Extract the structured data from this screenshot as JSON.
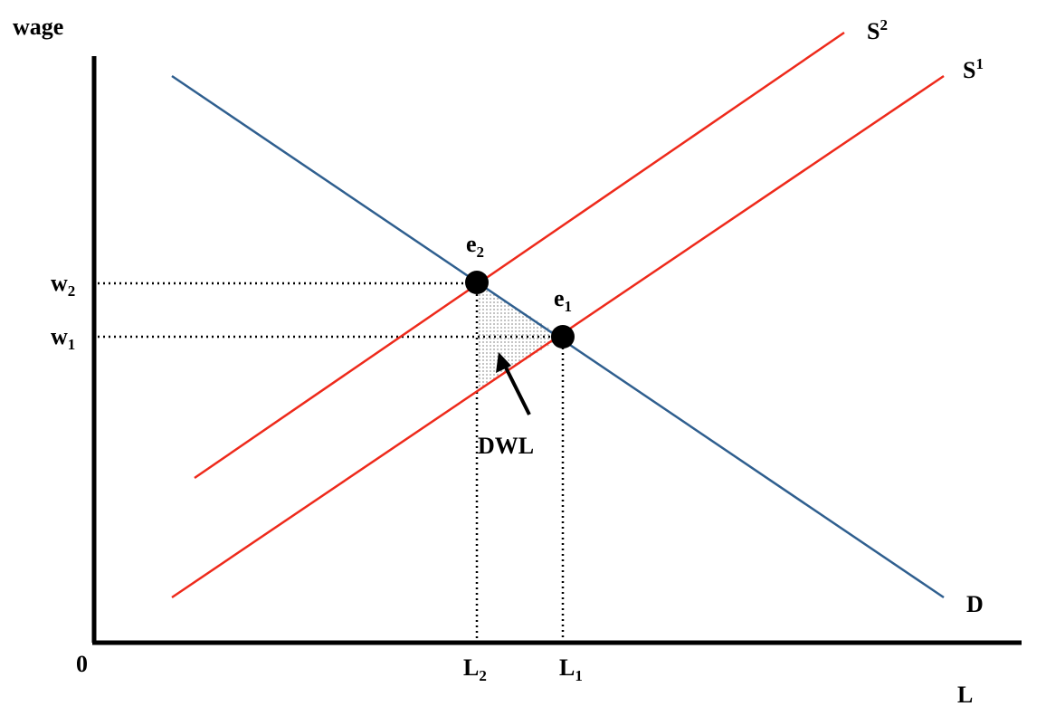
{
  "axes": {
    "y_label": "wage",
    "x_label": "L",
    "origin_label": "0"
  },
  "wage_levels": {
    "w2": {
      "base": "w",
      "sub": "2"
    },
    "w1": {
      "base": "w",
      "sub": "1"
    }
  },
  "quantity_levels": {
    "L2": {
      "base": "L",
      "sub": "2"
    },
    "L1": {
      "base": "L",
      "sub": "1"
    }
  },
  "curves": {
    "demand": {
      "label": "D",
      "color": "#2f5f8f"
    },
    "supply1": {
      "base": "S",
      "sup": "1",
      "color": "#ee2a1b"
    },
    "supply2": {
      "base": "S",
      "sup": "2",
      "color": "#ee2a1b"
    }
  },
  "points": {
    "e2": {
      "base": "e",
      "sub": "2"
    },
    "e1": {
      "base": "e",
      "sub": "1"
    }
  },
  "dwl_label": "DWL",
  "colors": {
    "axis": "#000000",
    "dwl_fill": "#c8c8c8"
  }
}
